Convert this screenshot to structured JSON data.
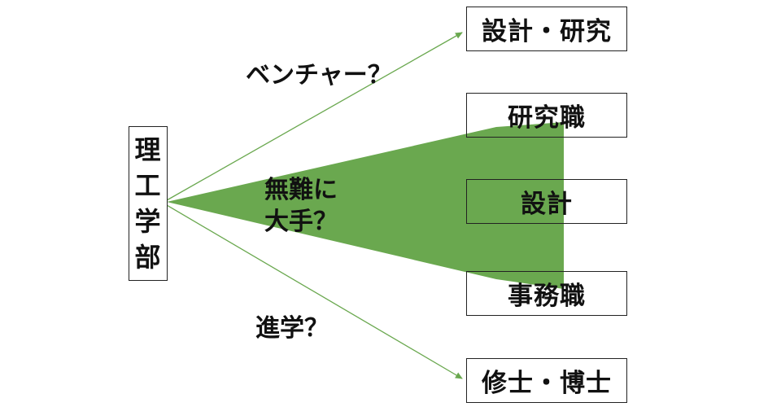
{
  "origin": {
    "chars": [
      "理",
      "工",
      "学",
      "部"
    ]
  },
  "destinations": {
    "top": "設計・研究",
    "research": "研究職",
    "design": "設計",
    "office": "事務職",
    "bottom": "修士・博士"
  },
  "paths": {
    "venture": "ベンチャー？",
    "safe_line1": "無難に",
    "safe_line2": "大手？",
    "grad": "進学？"
  },
  "colors": {
    "fan": "#6aa84f",
    "fan_light": "#d9ead3",
    "arrow": "#6aa84f",
    "border": "#222222",
    "text": "#111111"
  }
}
